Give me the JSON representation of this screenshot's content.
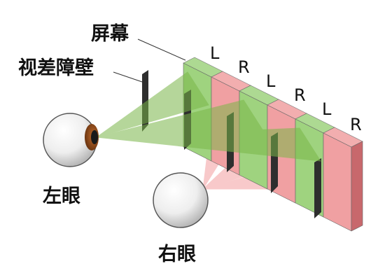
{
  "labels": {
    "screen": "屏幕",
    "parallax_barrier": "视差障壁",
    "left_eye": "左眼",
    "right_eye": "右眼"
  },
  "pixel_columns": [
    "L",
    "R",
    "L",
    "R",
    "L",
    "R"
  ],
  "colors": {
    "left_pixel": "#9fd37f",
    "left_pixel_dark": "#6fae52",
    "right_pixel": "#f0a0a2",
    "right_pixel_dark": "#c8686c",
    "barrier": "#2e2e2e",
    "left_rays": "#7ab648",
    "right_rays": "#f08a8c"
  }
}
